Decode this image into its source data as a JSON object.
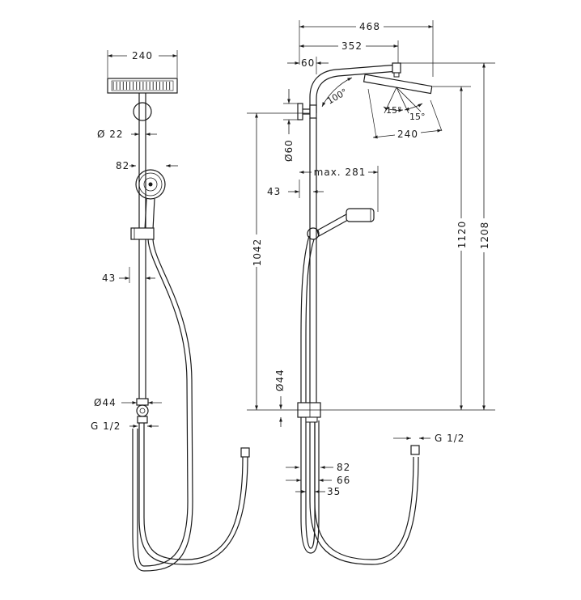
{
  "front_view": {
    "head_width": "240",
    "pipe_dia": "Ø 22",
    "hand_shower": "82",
    "bracket_offset": "43",
    "mixer_dia": "Ø44",
    "inlet_thread": "G 1/2"
  },
  "side_view": {
    "total_reach": "468",
    "arm_reach": "352",
    "wall_offset": "60",
    "arm_angle": "100°",
    "head_tilt_left": "15°",
    "head_tilt_right": "15°",
    "head_width": "240",
    "bracket_dia": "Ø60",
    "hand_reach": "max. 281",
    "pipe_offset": "43",
    "height_bracket": "1042",
    "height_head": "1120",
    "height_total": "1208",
    "mixer_dia": "Ø44",
    "inlet_thread": "G 1/2",
    "bottom_82": "82",
    "bottom_66": "66",
    "bottom_35": "35"
  }
}
